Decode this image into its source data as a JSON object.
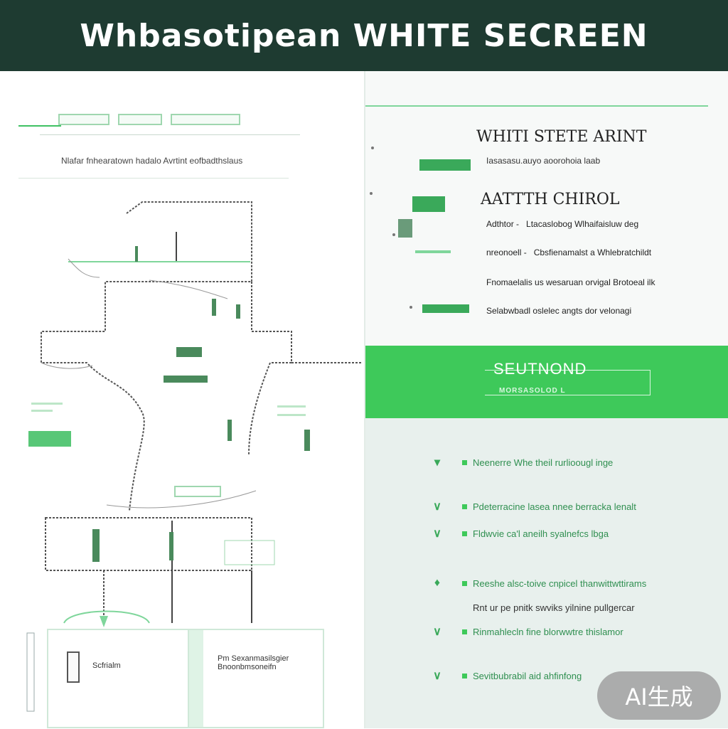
{
  "header": {
    "title": "Whbasotipean WHITE SECREEN"
  },
  "left": {
    "subtitle": "Nlafar fnhearatown hadalo Avrtint eofbadthslaus",
    "box_a_label": "Scfrialm",
    "box_b_label": "Pm Sexanmasilsgier Bnoonbmsoneifn"
  },
  "right": {
    "title": "WHITI STETE ARINT",
    "line1": "Iasasasu.auyo aoorohoia laab",
    "heading": "AATTTH CHIROL",
    "rows": [
      {
        "label": "Adthtor -",
        "text": "Ltacaslobog Wlhaifaisluw deg"
      },
      {
        "label": "nreonoell -",
        "text": "Cbsfienamalst a Whlebratchildt"
      },
      {
        "label": "",
        "text": "Fnomaelalis us wesaruan orvigal Brotoeal ilk"
      },
      {
        "label": "",
        "text": "Selabwbadl oslelec angts dor velonagi"
      }
    ],
    "section": {
      "title": "SEUTNOND",
      "sub": "MORSASOLOD L"
    },
    "checklist": [
      "Neenerre Whe theil rurlioougl inge",
      "Pdeterracine lasea nnee berracka lenalt",
      "Fldwvie ca'l aneilh syalnefcs lbga",
      "Reeshe alsc-toive cnpicel thanwittwttirams",
      "Rnt ur pe pnitk swviks yilnine pullgercar",
      "Rinmahlecln fine blorwwtre thislamor",
      "Sevitbubrabil aid ahfinfong"
    ]
  },
  "watermark": "AI生成",
  "colors": {
    "header": "#1e3b31",
    "accent": "#3ec95a",
    "lower_bg": "#e8f0ed"
  }
}
